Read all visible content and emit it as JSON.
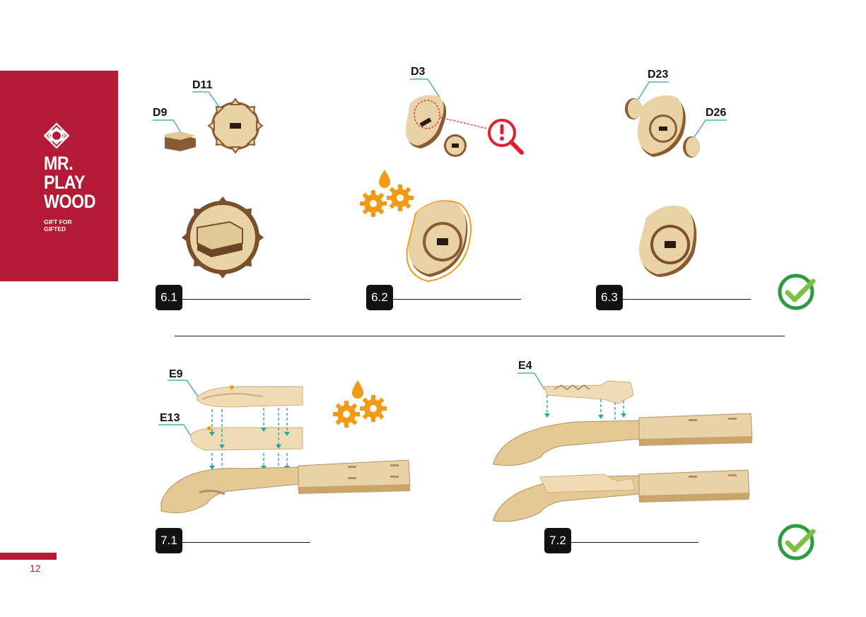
{
  "brand": {
    "name_lines": [
      "MR.",
      "PLAY",
      "WOOD"
    ],
    "tagline_lines": [
      "GIFT FOR",
      "GIFTED"
    ],
    "color": "#b21a35"
  },
  "page_number": "12",
  "steps": [
    {
      "id": "6.1",
      "parts": [
        "D11",
        "D9"
      ]
    },
    {
      "id": "6.2",
      "parts": [
        "D3"
      ],
      "icons": [
        "attention-magnifier-icon",
        "lubricate-gears-icon"
      ]
    },
    {
      "id": "6.3",
      "parts": [
        "D23",
        "D26"
      ],
      "icons": [
        "check-ok-icon"
      ]
    },
    {
      "id": "7.1",
      "parts": [
        "E9",
        "E13"
      ],
      "icons": [
        "lubricate-gears-icon"
      ]
    },
    {
      "id": "7.2",
      "parts": [
        "E4"
      ],
      "icons": [
        "check-ok-icon"
      ]
    }
  ],
  "colors": {
    "wood": "#e8d2a6",
    "wood_dark": "#7a4f2c",
    "accent_orange": "#f29a16",
    "teal_guide": "#2aa6a0",
    "check_green": "#2d9b3f",
    "warning_red": "#e0202e"
  }
}
